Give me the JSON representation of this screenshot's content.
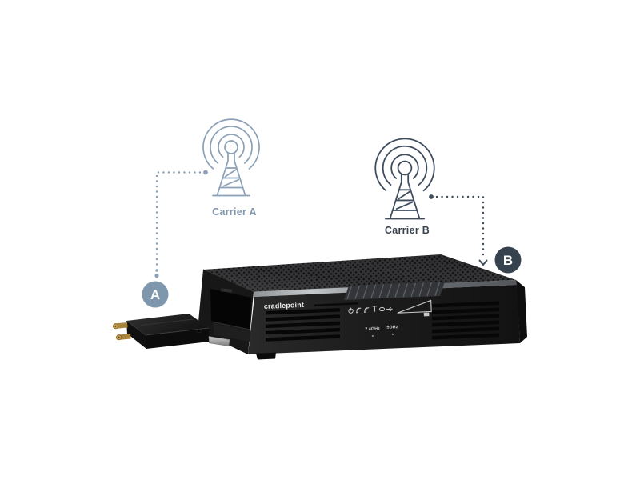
{
  "figure": {
    "background_color": "#ffffff",
    "carrier_a": {
      "label": "Carrier A",
      "badge_letter": "A",
      "tower_color": "#8ba0b6",
      "label_color": "#8196ac",
      "badge_color": "#7f97ad",
      "badge_letter_color": "#ffffff"
    },
    "carrier_b": {
      "label": "Carrier B",
      "badge_letter": "B",
      "tower_color": "#3e4c5e",
      "label_color": "#39424f",
      "badge_color": "#36424e",
      "badge_letter_color": "#ffffff"
    },
    "router": {
      "brand": "cradlepoint",
      "band_label_24ghz": "2.4GHz",
      "band_label_5ghz": "5GHz",
      "indicator_icons": [
        "power-icon",
        "wifi-24ghz-icon",
        "wifi-5ghz-icon",
        "antenna-icon",
        "ethernet-icon",
        "usb-icon",
        "signal-strength-wedge-icon"
      ],
      "body_color": "#1b1b1b",
      "bevel_color": "#b9bdc0"
    },
    "modem": {
      "antenna_connector_color": "#b5913f",
      "connector_tab_color": "#b4b4b4",
      "body_color": "#181818"
    }
  }
}
